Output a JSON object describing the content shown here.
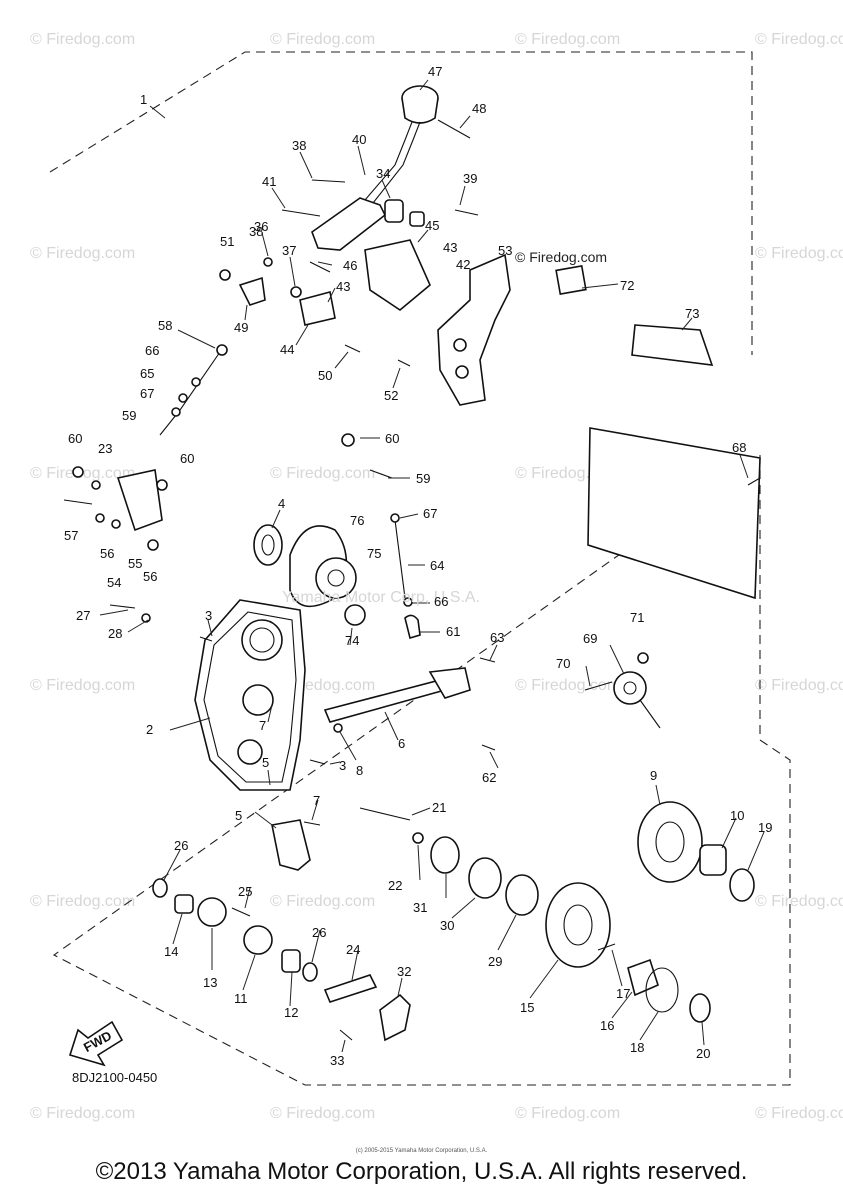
{
  "watermarks": [
    "© Firedog.com",
    "© Firedog.com",
    "© Firedog.com",
    "© Firedog.com",
    "© Firedog.com",
    "© Firedog.com",
    "© Firedog.com",
    "© Firedog.com",
    "© Firedog.com",
    "© Firedog.com",
    "© Firedog.com",
    "© Firedog.com",
    "© Firedog.com",
    "© Firedog.com",
    "© Firedog.com",
    "© Firedog.com",
    "© Firedog.com",
    "© Firedog.com",
    "© Firedog.com",
    "© Firedog.com"
  ],
  "inline_watermark": "© Firedog.com",
  "center_watermark": "Yamaha Motor Corp, U.S.A.",
  "fwd_label": "FWD",
  "diagram_code": "8DJ2100-0450",
  "callouts": [
    "1",
    "47",
    "48",
    "38",
    "40",
    "34",
    "39",
    "53",
    "41",
    "45",
    "38",
    "51",
    "36",
    "37",
    "46",
    "43",
    "42",
    "43",
    "49",
    "44",
    "50",
    "52",
    "72",
    "73",
    "58",
    "66",
    "65",
    "67",
    "59",
    "60",
    "60",
    "23",
    "60",
    "68",
    "59",
    "4",
    "76",
    "67",
    "57",
    "56",
    "55",
    "54",
    "56",
    "75",
    "64",
    "66",
    "74",
    "61",
    "27",
    "28",
    "3",
    "63",
    "71",
    "69",
    "70",
    "2",
    "7",
    "6",
    "62",
    "3",
    "8",
    "5",
    "5",
    "7",
    "21",
    "9",
    "10",
    "19",
    "26",
    "22",
    "31",
    "25",
    "14",
    "13",
    "30",
    "29",
    "26",
    "24",
    "32",
    "11",
    "12",
    "15",
    "17",
    "16",
    "18",
    "20",
    "33"
  ],
  "copyright": "©2013 Yamaha Motor Corporation, U.S.A. All rights reserved.",
  "tiny_credit": "(c) 2005-2015 Yamaha Motor Corporation, U.S.A."
}
